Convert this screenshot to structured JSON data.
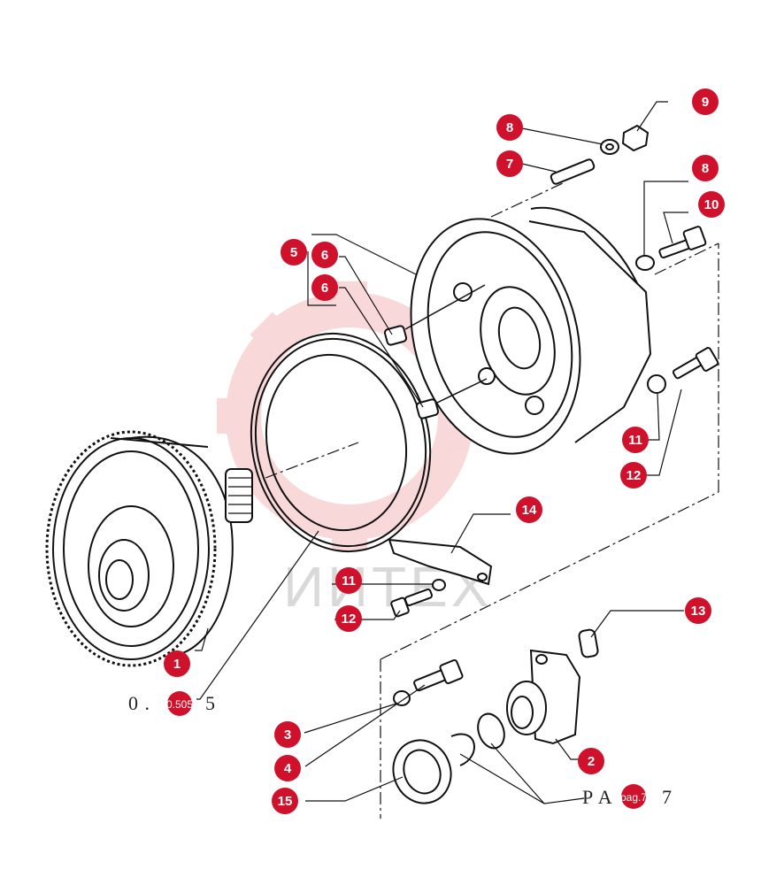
{
  "diagram": {
    "watermark": "ИИТЕХ",
    "badge_color": "#d0112b",
    "caption_left": "0 . 0.505 .5",
    "caption_left_parts": [
      "0 .",
      "0.505",
      "5"
    ],
    "caption_right_parts": [
      "P A",
      "pag.7",
      "7"
    ],
    "callouts": [
      {
        "id": "c1",
        "label": "1"
      },
      {
        "id": "c2",
        "label": "2"
      },
      {
        "id": "c3",
        "label": "3"
      },
      {
        "id": "c4",
        "label": "4"
      },
      {
        "id": "c5",
        "label": "5"
      },
      {
        "id": "c6a",
        "label": "6"
      },
      {
        "id": "c6b",
        "label": "6"
      },
      {
        "id": "c7",
        "label": "7"
      },
      {
        "id": "c8a",
        "label": "8"
      },
      {
        "id": "c8b",
        "label": "8"
      },
      {
        "id": "c9",
        "label": "9"
      },
      {
        "id": "c10",
        "label": "10"
      },
      {
        "id": "c11a",
        "label": "11"
      },
      {
        "id": "c11b",
        "label": "11"
      },
      {
        "id": "c12a",
        "label": "12"
      },
      {
        "id": "c12b",
        "label": "12"
      },
      {
        "id": "c13",
        "label": "13"
      },
      {
        "id": "c14",
        "label": "14"
      },
      {
        "id": "c15",
        "label": "15"
      }
    ]
  }
}
